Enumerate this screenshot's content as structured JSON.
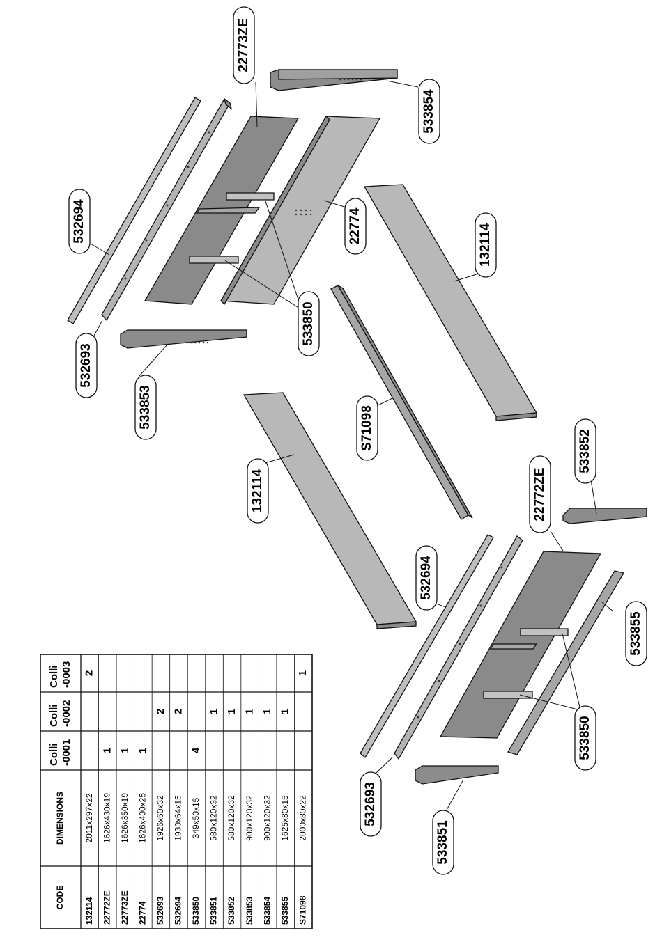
{
  "colors": {
    "board_dark": "#8a8a8a",
    "board_mid": "#a6a6a6",
    "board_light": "#bdbdbd",
    "outline": "#111111"
  },
  "callouts": [
    "22773ZE",
    "533854",
    "532694",
    "22774",
    "132114",
    "533850",
    "532693",
    "533853",
    "S71098",
    "132114",
    "533852",
    "22772ZE",
    "532694",
    "533855",
    "533850",
    "532693",
    "533851"
  ],
  "table": {
    "headers": [
      "CODE",
      "DIMENSIONS",
      "Colli -0001",
      "Colli -0002",
      "Colli -0003"
    ],
    "rows": [
      [
        "132114",
        "2011x297x22",
        "",
        "",
        "2"
      ],
      [
        "22772ZE",
        "1626x430x19",
        "1",
        "",
        ""
      ],
      [
        "22773ZE",
        "1626x350x19",
        "1",
        "",
        ""
      ],
      [
        "22774",
        "1626x400x25",
        "1",
        "",
        ""
      ],
      [
        "532693",
        "1926x60x32",
        "",
        "2",
        ""
      ],
      [
        "532694",
        "1930x64x15",
        "",
        "2",
        ""
      ],
      [
        "533850",
        "349x50x15",
        "4",
        "",
        ""
      ],
      [
        "533851",
        "580x120x32",
        "",
        "1",
        ""
      ],
      [
        "533852",
        "580x120x32",
        "",
        "1",
        ""
      ],
      [
        "533853",
        "900x120x32",
        "",
        "1",
        ""
      ],
      [
        "533854",
        "900x120x32",
        "",
        "1",
        ""
      ],
      [
        "533855",
        "1625x80x15",
        "",
        "1",
        ""
      ],
      [
        "S71098",
        "2000x80x22",
        "",
        "",
        "1"
      ]
    ]
  }
}
